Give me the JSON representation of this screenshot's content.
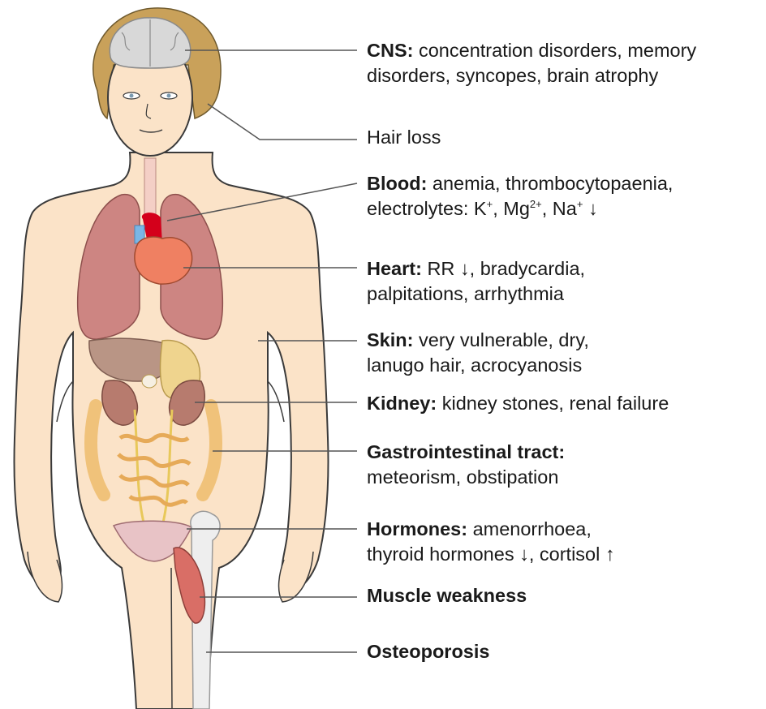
{
  "annotations": [
    {
      "id": "cns",
      "title": "CNS:",
      "lines": [
        "concentration disorders, memory",
        "disorders, syncopes, brain atrophy"
      ]
    },
    {
      "id": "hair",
      "title": "",
      "lines": [
        "Hair loss"
      ]
    },
    {
      "id": "blood",
      "title": "Blood:",
      "lines": [
        "anemia, thrombocytopaenia,"
      ],
      "electrolytes": {
        "prefix": "electrolytes: K",
        "sup1": "+",
        "mid1": ", Mg",
        "sup2": "2+",
        "mid2": ", Na",
        "sup3": "+",
        "suffix": " ↓"
      }
    },
    {
      "id": "heart",
      "title": "Heart:",
      "lines": [
        "RR ↓, bradycardia,",
        "palpitations, arrhythmia"
      ]
    },
    {
      "id": "skin",
      "title": "Skin:",
      "lines": [
        "very vulnerable, dry,",
        "lanugo hair, acrocyanosis"
      ]
    },
    {
      "id": "kidney",
      "title": "Kidney:",
      "lines": [
        "kidney stones, renal failure"
      ]
    },
    {
      "id": "gi",
      "title": "Gastrointestinal tract:",
      "lines": [
        "",
        "meteorism, obstipation"
      ]
    },
    {
      "id": "hormones",
      "title": "Hormones:",
      "lines": [
        "amenorrhoea,",
        "thyroid hormones ↓, cortisol ↑"
      ]
    },
    {
      "id": "muscle",
      "title": "Muscle weakness",
      "lines": []
    },
    {
      "id": "osteo",
      "title": "Osteoporosis",
      "lines": []
    }
  ],
  "colors": {
    "skin": "#fbe3c8",
    "outline": "#3a3a3a",
    "hair": "#c9a15a",
    "brain": "#d8d8d8",
    "lung": "#cd8582",
    "heart": "#ef8062",
    "aorta": "#d4001b",
    "liver": "#b99585",
    "stomach": "#efd48e",
    "kidney": "#b77b6e",
    "intestine": "#f0c27a",
    "bone": "#eeeeee",
    "muscle": "#d96e66",
    "leader": "#555555"
  }
}
